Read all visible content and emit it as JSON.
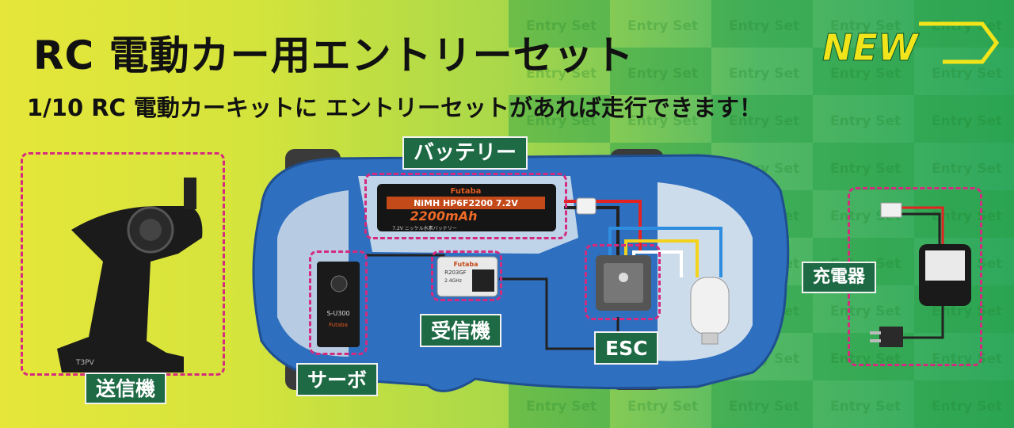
{
  "title": "RC 電動カー用エントリーセット",
  "subtitle": "1/10 RC 電動カーキットに エントリーセットがあれば走行できます！",
  "badge": "NEW",
  "watermark": "Entry Set",
  "labels": {
    "battery": "バッテリー",
    "transmitter": "送信機",
    "servo": "サーボ",
    "receiver": "受信機",
    "esc": "ESC",
    "charger": "充電器"
  },
  "battery_print": {
    "brand": "Futaba",
    "model": "NiMH HP6F2200 7.2V",
    "capacity": "2200mAh",
    "note": "7.2V ニッケル水素バッテリー"
  },
  "receiver_print": {
    "brand": "Futaba",
    "model": "R203GF",
    "band": "2.4GHz"
  },
  "servo_print": {
    "model": "S-U300",
    "brand": "Futaba"
  },
  "transmitter_print": {
    "model": "T3PV"
  },
  "colors": {
    "car_body": "#2f6fc0",
    "label_bg": "#1e6a45",
    "dash": "#d52b7f",
    "wire_red": "#e32222",
    "wire_blue": "#2f8de0",
    "wire_yellow": "#f2d21a"
  }
}
